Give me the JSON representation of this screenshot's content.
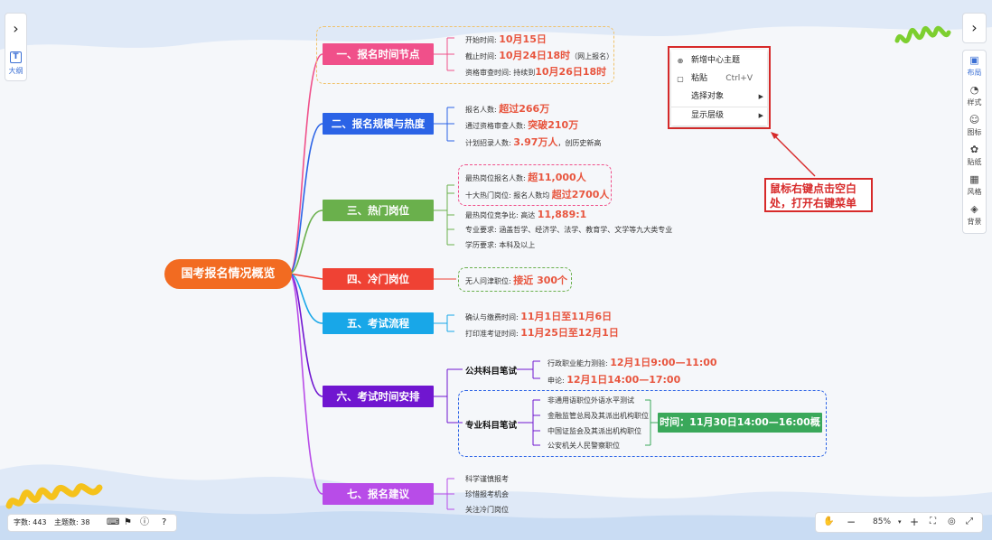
{
  "left_panel": {
    "label": "大纲",
    "expand_icon": "chevron-right-icon",
    "outline_icon": "outline-t-icon"
  },
  "right_panel": {
    "expand_icon": "chevron-right-icon",
    "items": [
      {
        "label": "布局",
        "icon": "layout-icon",
        "glyph": "▣",
        "active": true
      },
      {
        "label": "样式",
        "icon": "palette-icon",
        "glyph": "◔"
      },
      {
        "label": "图标",
        "icon": "smiley-icon",
        "glyph": "☺"
      },
      {
        "label": "贴纸",
        "icon": "sticker-icon",
        "glyph": "✿"
      },
      {
        "label": "风格",
        "icon": "grid-icon",
        "glyph": "▦"
      },
      {
        "label": "背景",
        "icon": "layers-icon",
        "glyph": "◈"
      }
    ]
  },
  "mindmap": {
    "root": "国考报名情况概览",
    "colors": {
      "root": "#f26b21",
      "b1": "#f0508a",
      "b2": "#2b63e6",
      "b3": "#6ab04c",
      "b4": "#ef4234",
      "b5": "#18a7e8",
      "b6": "#7016d0",
      "b7": "#b84ce8",
      "green": "#3aa85a",
      "highlight": "#e8553e"
    },
    "branches": {
      "b1": {
        "label": "一、报名时间节点",
        "leaves": [
          {
            "pre": "开始时间:",
            "hl": "10月15日",
            "post": ""
          },
          {
            "pre": "截止时间:",
            "hl": "10月24日18时",
            "post": "（网上报名）"
          },
          {
            "pre": "资格审查时间:  持续到",
            "hl": "10月26日18时",
            "post": ""
          }
        ]
      },
      "b2": {
        "label": "二、报名规模与热度",
        "leaves": [
          {
            "pre": "报名人数:",
            "hl": "超过266万",
            "post": ""
          },
          {
            "pre": "通过资格审查人数:",
            "hl": "突破210万",
            "post": ""
          },
          {
            "pre": "计划招录人数:",
            "hl": "3.97万人",
            "post": "，创历史新高"
          }
        ]
      },
      "b3": {
        "label": "三、热门岗位",
        "leaves": [
          {
            "pre": "最热岗位报名人数:",
            "hl": "超11,000人",
            "post": ""
          },
          {
            "pre": "十大热门岗位:  报名人数均",
            "hl": "超过2700人",
            "post": ""
          },
          {
            "pre": "最热岗位竞争比:  高达",
            "hl": "11,889:1",
            "post": ""
          },
          {
            "pre": "专业要求:  涵盖哲学、经济学、法学、教育学、文学等九大类专业",
            "hl": "",
            "post": ""
          },
          {
            "pre": "学历要求:  本科及以上",
            "hl": "",
            "post": ""
          }
        ]
      },
      "b4": {
        "label": "四、冷门岗位",
        "leaves": [
          {
            "pre": "无人问津职位:",
            "hl": "接近 300个",
            "post": ""
          }
        ]
      },
      "b5": {
        "label": "五、考试流程",
        "leaves": [
          {
            "pre": "确认与缴费时间:",
            "hl": "11月1日至11月6日",
            "post": ""
          },
          {
            "pre": "打印准考证时间:",
            "hl": "11月25日至12月1日",
            "post": ""
          }
        ]
      },
      "b6": {
        "label": "六、考试时间安排",
        "public": {
          "label": "公共科目笔试",
          "leaves": [
            {
              "pre": "行政职业能力测验:",
              "hl": "12月1日9:00—11:00",
              "post": ""
            },
            {
              "pre": "申论:",
              "hl": "12月1日14:00—17:00",
              "post": ""
            }
          ]
        },
        "special": {
          "label": "专业科目笔试",
          "leaves": [
            "非通用语职位外语水平测试",
            "金融监管总局及其派出机构职位",
            "中国证监会及其派出机构职位",
            "公安机关人民警察职位"
          ],
          "time": "时间：11月30日14:00—16:00概"
        }
      },
      "b7": {
        "label": "七、报名建议",
        "leaves": [
          "科学谨慎报考",
          "珍惜报考机会",
          "关注冷门岗位"
        ]
      }
    }
  },
  "context_menu": {
    "items": [
      {
        "label": "新增中心主题",
        "icon": "add-topic-icon",
        "glyph": "⊕",
        "shortcut": "",
        "submenu": false
      },
      {
        "label": "粘贴",
        "icon": "paste-icon",
        "glyph": "▢",
        "shortcut": "Ctrl+V",
        "submenu": false
      },
      {
        "label": "选择对象",
        "icon": "",
        "glyph": "",
        "shortcut": "",
        "submenu": true
      },
      {
        "label": "显示层级",
        "icon": "",
        "glyph": "",
        "shortcut": "",
        "submenu": true
      }
    ]
  },
  "annotation": {
    "text": "鼠标右键点击空白处，打开右键菜单"
  },
  "status": {
    "word_count_label": "字数:",
    "word_count": "443",
    "topic_count_label": "主题数:",
    "topic_count": "38"
  },
  "zoom": {
    "level": "85%",
    "minus": "−",
    "plus": "+"
  }
}
